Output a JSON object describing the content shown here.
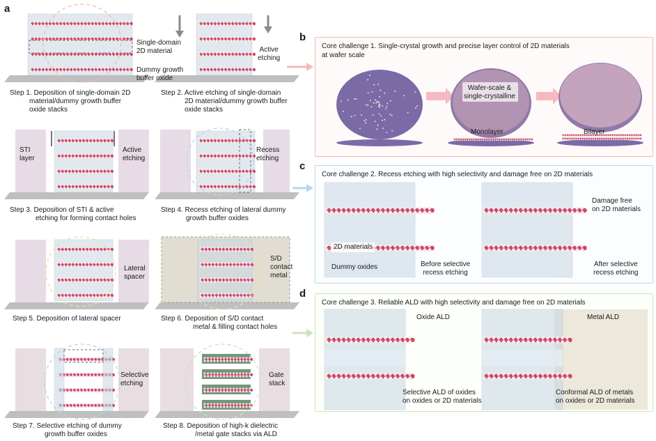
{
  "panels": {
    "a": "a",
    "b": "b",
    "c": "c",
    "d": "d"
  },
  "steps": {
    "s1": [
      "Step 1. Deposition of single-domain 2D",
      "material/dummy growth buffer",
      "oxide stacks"
    ],
    "s2": [
      "Step 2. Active etching of single-domain",
      "2D material/dummy growth buffer",
      "oxide stacks"
    ],
    "s3": [
      "Step 3. Deposition of STI & active",
      "etching for forming contact holes"
    ],
    "s4": [
      "Step 4. Recess etching of lateral dummy",
      "growth buffer oxides"
    ],
    "s5": [
      "Step 5.  Deposition of lateral spacer"
    ],
    "s6": [
      "Step 6.  Deposition of S/D contact",
      "metal & filling contact holes"
    ],
    "s7": [
      "Step 7.  Selective etching of dummy",
      "growth buffer oxides"
    ],
    "s8": [
      "Step 8.  Deposition of high-k dielectric",
      "/metal gate stacks via ALD"
    ]
  },
  "labels": {
    "single_domain": [
      "Single-domain",
      "2D material"
    ],
    "dummy_buffer": [
      "Dummy growth",
      "buffer oxide"
    ],
    "active_etching": [
      "Active",
      "etching"
    ],
    "sti_layer": [
      "STI",
      "layer"
    ],
    "active_etching2": [
      "Active",
      "etching"
    ],
    "recess_etching": [
      "Recess",
      "etching"
    ],
    "lateral_spacer": [
      "Lateral",
      "spacer"
    ],
    "sd_contact": [
      "S/D",
      "contact",
      "metal"
    ],
    "selective_etching": [
      "Selective",
      "etching"
    ],
    "gate_stack": [
      "Gate",
      "stack"
    ]
  },
  "challenges": {
    "b": [
      "Core challenge 1. Single-crystal growth and precise layer control of 2D materials",
      "at wafer scale"
    ],
    "c": "Core challenge 2. Recess etching with high selectivity and damage free on 2D materials",
    "d": "Core challenge 3. Reliable ALD with high selectivity and damage free on 2D materials"
  },
  "panel_b": {
    "wafer_label": [
      "Wafer-scale &",
      "single-crystalline"
    ],
    "monolayer": "Monolayer",
    "bilayer": "Bilayer"
  },
  "panel_c": {
    "mat2d": "2D materials",
    "dummy_oxides": "Dummy oxides",
    "before": [
      "Before selective",
      "recess etching"
    ],
    "damage_free": [
      "Damage free",
      "on 2D materials"
    ],
    "after": [
      "After selective",
      "recess etching"
    ]
  },
  "panel_d": {
    "oxide_ald": "Oxide ALD",
    "metal_ald": "Metal ALD",
    "selective": [
      "Selective ALD of oxides",
      "on oxides or 2D materials"
    ],
    "conformal": [
      "Conformal ALD of metals",
      "on oxides or 2D materials"
    ]
  },
  "colors": {
    "atom_pink": "#d0456f",
    "atom_white": "#f2ece6",
    "glass": "#c9d6e3",
    "substrate": "#bfbfbf",
    "sti": "#e7dbe6",
    "wafer": "#7a6aa6",
    "metal": "#d9d2c4",
    "gate": "#4f7d5f",
    "box_b": "#f3b8b4",
    "box_c": "#b9d8ea",
    "box_d": "#cfe3b8"
  }
}
